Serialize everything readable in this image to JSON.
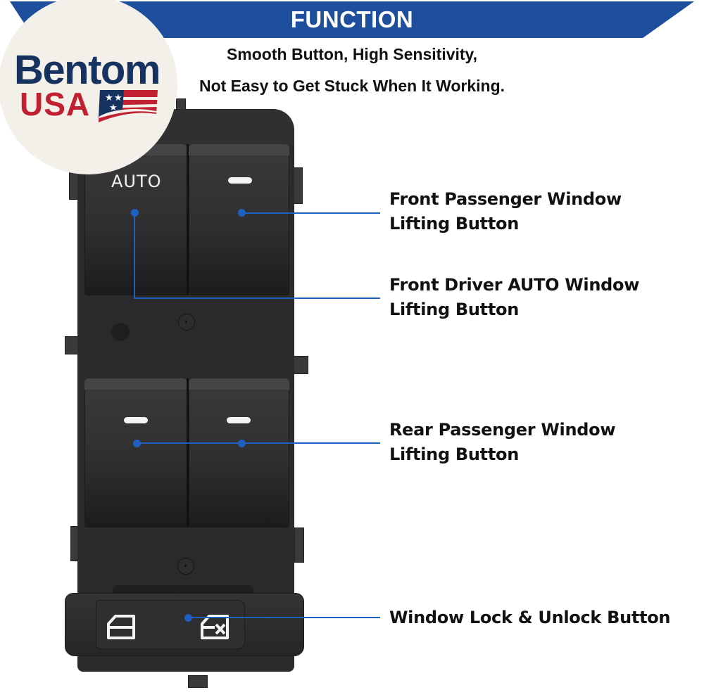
{
  "header": {
    "title": "FUNCTION",
    "banner_color": "#1e4f9c",
    "subtitle_lines": [
      "Smooth Button, High Sensitivity,",
      "Not Easy to Get Stuck When It Working."
    ]
  },
  "logo": {
    "brand": "Bentom",
    "country": "USA",
    "brand_color": "#16325f",
    "country_color": "#c0202f",
    "icon": "us-flag-icon"
  },
  "product": {
    "auto_label": "AUTO",
    "buttons": [
      {
        "id": "front-driver",
        "mark": "AUTO"
      },
      {
        "id": "front-passenger",
        "mark": "dash"
      },
      {
        "id": "rear-left",
        "mark": "dash"
      },
      {
        "id": "rear-right",
        "mark": "dash"
      }
    ],
    "lock_icons": [
      "window-unlock-icon",
      "window-lock-icon"
    ]
  },
  "callouts": [
    {
      "line1": "Front Passenger Window",
      "line2": "Lifting Button"
    },
    {
      "line1": "Front Driver AUTO Window",
      "line2": "Lifting Button"
    },
    {
      "line1": "Rear Passenger Window",
      "line2": "Lifting Button"
    },
    {
      "line1": "Window Lock & Unlock Button",
      "line2": ""
    }
  ],
  "accent_color": "#1f5fbf"
}
